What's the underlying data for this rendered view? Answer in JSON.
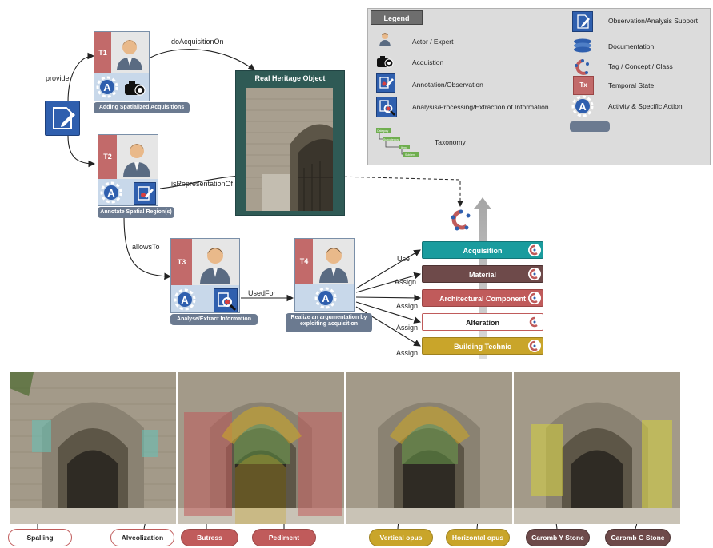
{
  "legend": {
    "title": "Legend",
    "items_left": [
      "Actor / Expert",
      "Acquistion",
      "Annotation/Observation",
      "Analysis/Processing/Extraction of Information",
      "Taxonomy"
    ],
    "items_right": [
      "Observation/Analysis Support",
      "Documentation",
      "Tag / Concept / Class",
      "Temporal State",
      "Activity & Specific Action"
    ],
    "temporal_code": "Tx",
    "taxonomy_nodes": [
      "Category",
      "Subcategory",
      "Item",
      "Subitem"
    ]
  },
  "tasks": {
    "t1": {
      "code": "T1",
      "caption": "Adding Spatialized Acquisitions"
    },
    "t2": {
      "code": "T2",
      "caption": "Annotate Spatial Region(s)"
    },
    "t3": {
      "code": "T3",
      "caption": "Analyse/Extract Information"
    },
    "t4": {
      "code": "T4",
      "caption": "Realize an argumentation by exploiting acquisition"
    }
  },
  "relations": {
    "provide": "provide",
    "doAcquisitionOn": "doAcquisitionOn",
    "isRepresentationOf": "isRepresentationOf",
    "allowsTo": "allowsTo",
    "usedFor": "UsedFor",
    "use": "Use",
    "assign": "Assign"
  },
  "heritage_object": {
    "title": "Real Heritage Object"
  },
  "semantic_tags": [
    {
      "label": "Acquisition",
      "color": "#1a9c9e"
    },
    {
      "label": "Material",
      "color": "#6e4a4a"
    },
    {
      "label": "Architectural Component",
      "color": "#c05b5b"
    },
    {
      "label": "Alteration",
      "color": "#ffffff"
    },
    {
      "label": "Building Technic",
      "color": "#c9a52a"
    }
  ],
  "annotation_labels": [
    {
      "text": "Spalling",
      "style": "outline-red"
    },
    {
      "text": "Alveolization",
      "style": "outline-red"
    },
    {
      "text": "Butress",
      "style": "fill-red"
    },
    {
      "text": "Pediment",
      "style": "fill-red"
    },
    {
      "text": "Vertical opus",
      "style": "fill-gold"
    },
    {
      "text": "Horizontal opus",
      "style": "fill-gold"
    },
    {
      "text": "Caromb Y Stone",
      "style": "fill-brown"
    },
    {
      "text": "Caromb G Stone",
      "style": "fill-brown"
    }
  ],
  "colors": {
    "annotation_red": "#c05b5b",
    "gold": "#c9a52a",
    "brown": "#6e4a4a",
    "teal": "#1a9c9e",
    "task_bg": "#c8d8ea",
    "doc_blue": "#2f5fae"
  }
}
